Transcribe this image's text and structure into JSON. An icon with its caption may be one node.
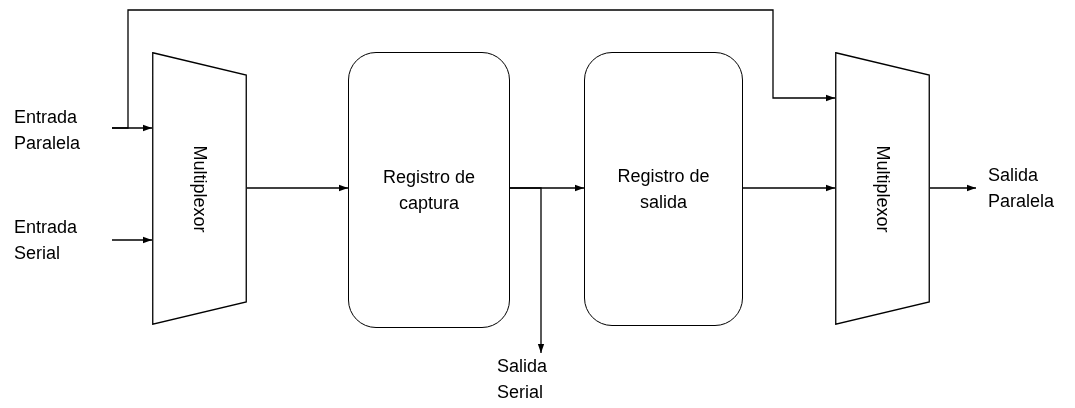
{
  "diagram": {
    "nodes": [
      {
        "text": [
          "Entrada Paralela"
        ]
      },
      {
        "text": [
          "Entrada Serial"
        ]
      },
      {
        "text": [
          "Multiplexor"
        ]
      },
      {
        "text": [
          "Registro de captura"
        ]
      },
      {
        "text": [
          "Registro de salida"
        ]
      },
      {
        "text": [
          "Multiplexor"
        ]
      },
      {
        "text": [
          "Salida Paralela"
        ]
      },
      {
        "text": [
          "Salida Serial"
        ]
      }
    ],
    "edges": [
      {
        "from": 0,
        "to": 2,
        "arrow": "to"
      },
      {
        "from": 0,
        "to": 5,
        "arrow": "to"
      },
      {
        "from": 1,
        "to": 2,
        "arrow": "to"
      },
      {
        "from": 2,
        "to": 3,
        "arrow": "to"
      },
      {
        "from": 3,
        "to": 4,
        "arrow": "to"
      },
      {
        "from": 3,
        "to": 7,
        "arrow": "to"
      },
      {
        "from": 4,
        "to": 5,
        "arrow": "to"
      },
      {
        "from": 5,
        "to": 6,
        "arrow": "to"
      }
    ]
  }
}
